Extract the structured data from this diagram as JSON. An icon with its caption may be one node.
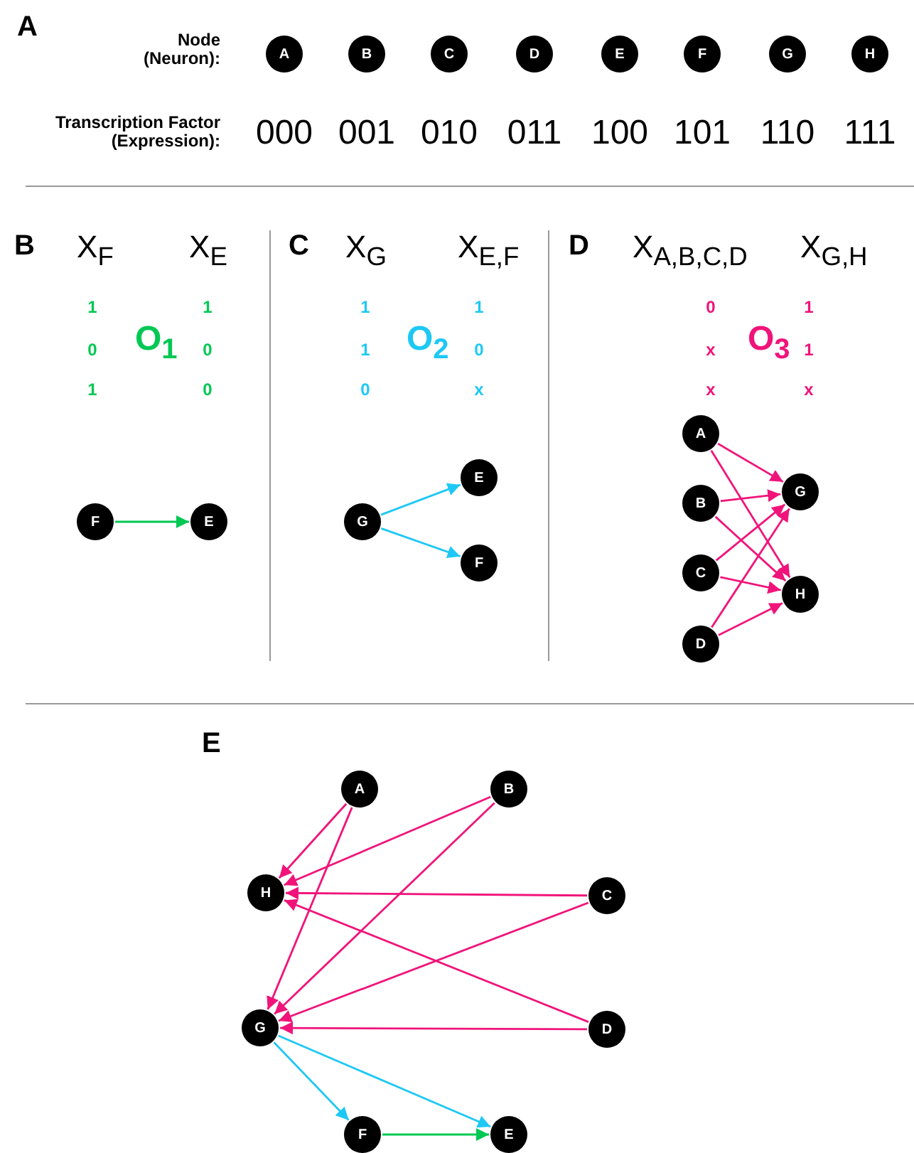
{
  "diagram": {
    "nodes": [
      {
        "text": [
          "A"
        ]
      },
      {
        "text": [
          "B"
        ]
      },
      {
        "text": [
          "C"
        ]
      },
      {
        "text": [
          "D"
        ]
      },
      {
        "text": [
          "E"
        ]
      },
      {
        "text": [
          "F"
        ]
      },
      {
        "text": [
          "G"
        ]
      },
      {
        "text": [
          "H"
        ]
      },
      {
        "text": [
          "F"
        ]
      },
      {
        "text": [
          "E"
        ]
      },
      {
        "text": [
          "G"
        ]
      },
      {
        "text": [
          "E"
        ]
      },
      {
        "text": [
          "F"
        ]
      },
      {
        "text": [
          "A"
        ]
      },
      {
        "text": [
          "B"
        ]
      },
      {
        "text": [
          "C"
        ]
      },
      {
        "text": [
          "D"
        ]
      },
      {
        "text": [
          "G"
        ]
      },
      {
        "text": [
          "H"
        ]
      },
      {
        "text": [
          "A"
        ]
      },
      {
        "text": [
          "B"
        ]
      },
      {
        "text": [
          "H"
        ]
      },
      {
        "text": [
          "C"
        ]
      },
      {
        "text": [
          "G"
        ]
      },
      {
        "text": [
          "D"
        ]
      },
      {
        "text": [
          "F"
        ]
      },
      {
        "text": [
          "E"
        ]
      }
    ],
    "edges": [
      {
        "from": 8,
        "to": 9,
        "arrow": "to",
        "color": "#00c853"
      },
      {
        "from": 10,
        "to": 11,
        "arrow": "to",
        "color": "#1ec8f5"
      },
      {
        "from": 10,
        "to": 12,
        "arrow": "to",
        "color": "#1ec8f5"
      },
      {
        "from": 13,
        "to": 17,
        "arrow": "to"
      },
      {
        "from": 13,
        "to": 18,
        "arrow": "to"
      },
      {
        "from": 14,
        "to": 17,
        "arrow": "to"
      },
      {
        "from": 14,
        "to": 18,
        "arrow": "to"
      },
      {
        "from": 15,
        "to": 17,
        "arrow": "to"
      },
      {
        "from": 15,
        "to": 18,
        "arrow": "to"
      },
      {
        "from": 16,
        "to": 17,
        "arrow": "to"
      },
      {
        "from": 16,
        "to": 18,
        "arrow": "to"
      },
      {
        "from": 19,
        "to": 21,
        "arrow": "to"
      },
      {
        "from": 19,
        "to": 23,
        "arrow": "to"
      },
      {
        "from": 20,
        "to": 21,
        "arrow": "to"
      },
      {
        "from": 20,
        "to": 23,
        "arrow": "to"
      },
      {
        "from": 22,
        "to": 21,
        "arrow": "to"
      },
      {
        "from": 22,
        "to": 23,
        "arrow": "to"
      },
      {
        "from": 24,
        "to": 21,
        "arrow": "to"
      },
      {
        "from": 24,
        "to": 23,
        "arrow": "to"
      },
      {
        "from": 23,
        "to": 25,
        "arrow": "to",
        "color": "#1ec8f5"
      },
      {
        "from": 23,
        "to": 26,
        "arrow": "to",
        "color": "#1ec8f5"
      },
      {
        "from": 25,
        "to": 26,
        "arrow": "to",
        "color": "#00c853"
      }
    ],
    "labels": [
      "A",
      "Node (Neuron):",
      "Transcription Factor (Expression):",
      "000",
      "001",
      "010",
      "011",
      "100",
      "101",
      "110",
      "111",
      "B",
      "X$_{F}$",
      "X$_{E}$",
      "1",
      "1",
      "0",
      "O$_{1}$",
      "0",
      "1",
      "0",
      "C",
      "X$_{G}$",
      "X$_{E,F}$",
      "1",
      "1",
      "1",
      "O$_{2}$",
      "0",
      "0",
      "x",
      "D",
      "X$_{A,B,C,D}$",
      "X$_{G,H}$",
      "0",
      "1",
      "x",
      "O$_{3}$",
      "1",
      "x",
      "x",
      "E"
    ]
  }
}
